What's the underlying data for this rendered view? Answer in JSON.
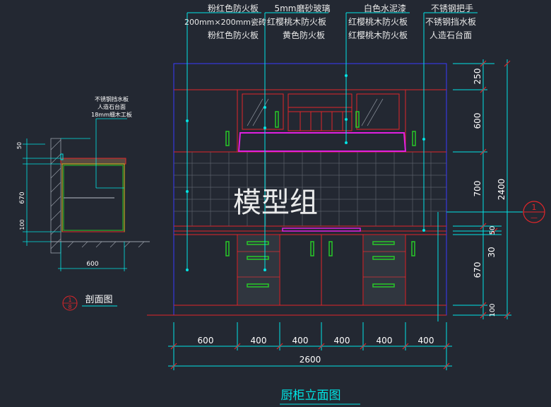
{
  "elevation": {
    "callouts": [
      [
        "粉红色防火板",
        "200mm×200mm瓷砖",
        "粉红色防火板"
      ],
      [
        "5mm磨砂玻璃",
        "红樱桃木防火板",
        "黄色防火板"
      ],
      [
        "白色水泥漆",
        "红樱桃木防火板",
        "红樱桃木防火板"
      ],
      [
        "不锈钢把手",
        "不锈钢挡水板",
        "人造石台面"
      ]
    ],
    "right_dims": [
      "250",
      "600",
      "700",
      "50",
      "30",
      "670",
      "100"
    ],
    "total_height": "2400",
    "bottom_dims": [
      "600",
      "400",
      "400",
      "400",
      "400",
      "400"
    ],
    "total_width": "2600",
    "title": "厨柜立面图",
    "watermark": "模型组",
    "section_marker": {
      "top": "1",
      "bottom": "—"
    }
  },
  "section": {
    "notes": [
      "不锈钢挡水板",
      "人造石台面",
      "18mm细木工板"
    ],
    "left_dims": [
      "50",
      "670",
      "100"
    ],
    "width_dim": "600",
    "title": "剖面图",
    "marker": {
      "top": "1",
      "bottom": "8"
    }
  },
  "colors": {
    "background": "#232832",
    "red": "#e0262a",
    "blue": "#3a3aff",
    "cyan": "#00e5e5",
    "green": "#28c828",
    "magenta": "#e020e0",
    "yellow": "#e0c020"
  }
}
